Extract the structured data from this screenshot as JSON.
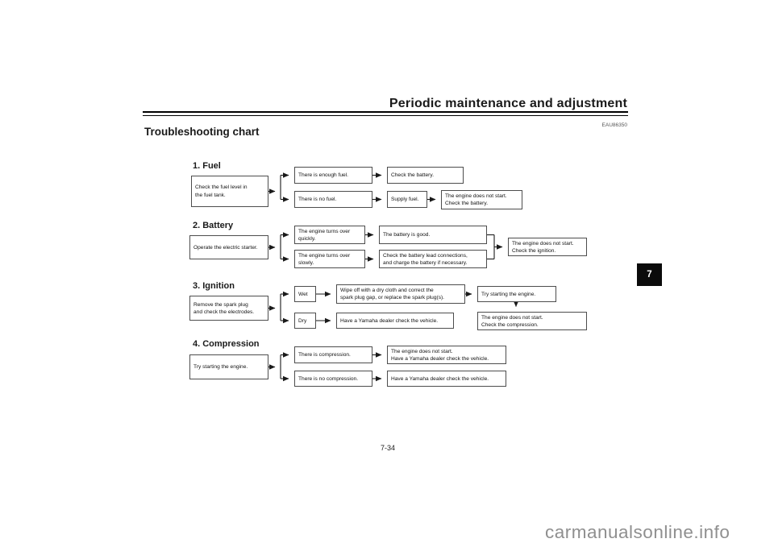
{
  "header": {
    "title": "Periodic maintenance and adjustment",
    "section_code": "EAU86350"
  },
  "page": {
    "heading": "Troubleshooting chart",
    "page_number": "7-34",
    "chapter_tab": "7",
    "watermark": "carmanualsonline.info"
  },
  "flowchart": {
    "fuel": {
      "label": "1. Fuel",
      "start": "Check the fuel level in\nthe fuel tank.",
      "enough_fuel": "There is enough fuel.",
      "check_battery": "Check the battery.",
      "no_fuel": "There is no fuel.",
      "supply_fuel": "Supply fuel.",
      "no_start_check_battery": "The engine does not start.\nCheck the battery."
    },
    "battery": {
      "label": "2. Battery",
      "start": "Operate the electric starter.",
      "turns_quickly": "The engine turns over\nquickly.",
      "battery_good": "The battery is good.",
      "turns_slowly": "The engine turns over\nslowly.",
      "check_leads": "Check the battery lead connections,\nand charge the battery if necessary.",
      "no_start_check_ignition": "The engine does not start.\nCheck the ignition."
    },
    "ignition": {
      "label": "3. Ignition",
      "start": "Remove the spark plug\nand check the electrodes.",
      "wet": "Wet",
      "wipe_off": "Wipe off with a dry cloth and correct the\nspark plug gap, or replace the spark plug(s).",
      "try_starting": "Try starting the engine.",
      "dry": "Dry",
      "dealer_check": "Have a Yamaha dealer check the vehicle.",
      "no_start_check_compression": "The engine does not start.\nCheck the compression."
    },
    "compression": {
      "label": "4. Compression",
      "start": "Try starting the engine.",
      "compression": "There is compression.",
      "no_start_dealer": "The engine does not start.\nHave a Yamaha dealer check the vehicle.",
      "no_compression": "There is no compression.",
      "dealer_check": "Have a Yamaha dealer check the vehicle."
    }
  }
}
